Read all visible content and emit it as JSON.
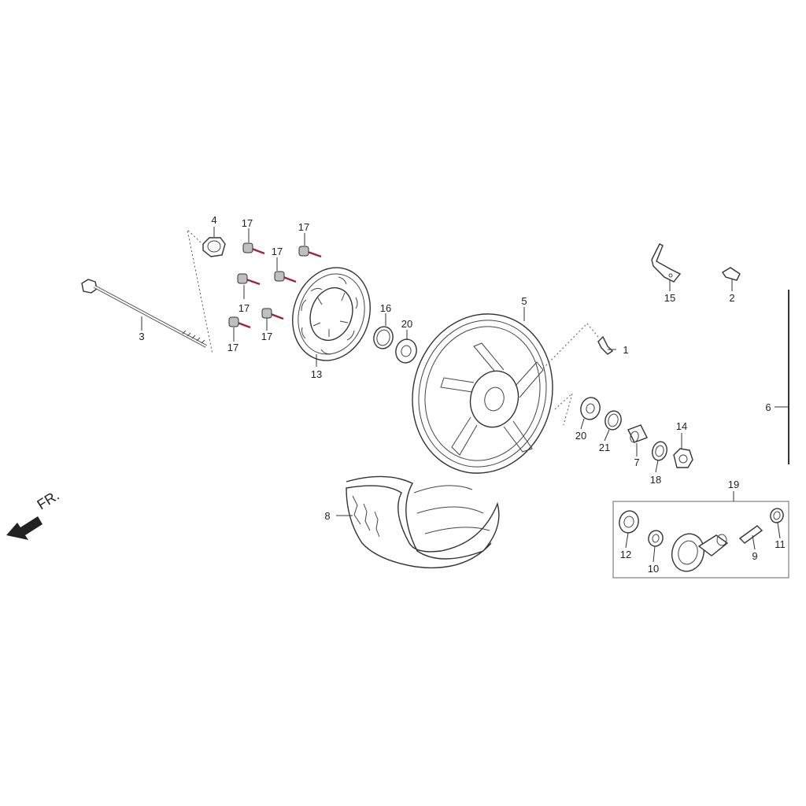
{
  "direction_label": "FR.",
  "colors": {
    "line": "#333333",
    "bolt_shank": "#a0233a",
    "bolt_head": "#bfbfbf",
    "background": "#ffffff"
  },
  "callouts": [
    {
      "id": "c1",
      "text": "1"
    },
    {
      "id": "c2",
      "text": "2"
    },
    {
      "id": "c3",
      "text": "3"
    },
    {
      "id": "c4",
      "text": "4"
    },
    {
      "id": "c5",
      "text": "5"
    },
    {
      "id": "c6",
      "text": "6"
    },
    {
      "id": "c7",
      "text": "7"
    },
    {
      "id": "c8",
      "text": "8"
    },
    {
      "id": "c9",
      "text": "9"
    },
    {
      "id": "c10",
      "text": "10"
    },
    {
      "id": "c11",
      "text": "11"
    },
    {
      "id": "c12",
      "text": "12"
    },
    {
      "id": "c13",
      "text": "13"
    },
    {
      "id": "c14",
      "text": "14"
    },
    {
      "id": "c15",
      "text": "15"
    },
    {
      "id": "c16",
      "text": "16"
    },
    {
      "id": "c17a",
      "text": "17"
    },
    {
      "id": "c17b",
      "text": "17"
    },
    {
      "id": "c17c",
      "text": "17"
    },
    {
      "id": "c17d",
      "text": "17"
    },
    {
      "id": "c17e",
      "text": "17"
    },
    {
      "id": "c18",
      "text": "18"
    },
    {
      "id": "c19",
      "text": "19"
    },
    {
      "id": "c20a",
      "text": "20"
    },
    {
      "id": "c20b",
      "text": "20"
    },
    {
      "id": "c21",
      "text": "21"
    }
  ]
}
